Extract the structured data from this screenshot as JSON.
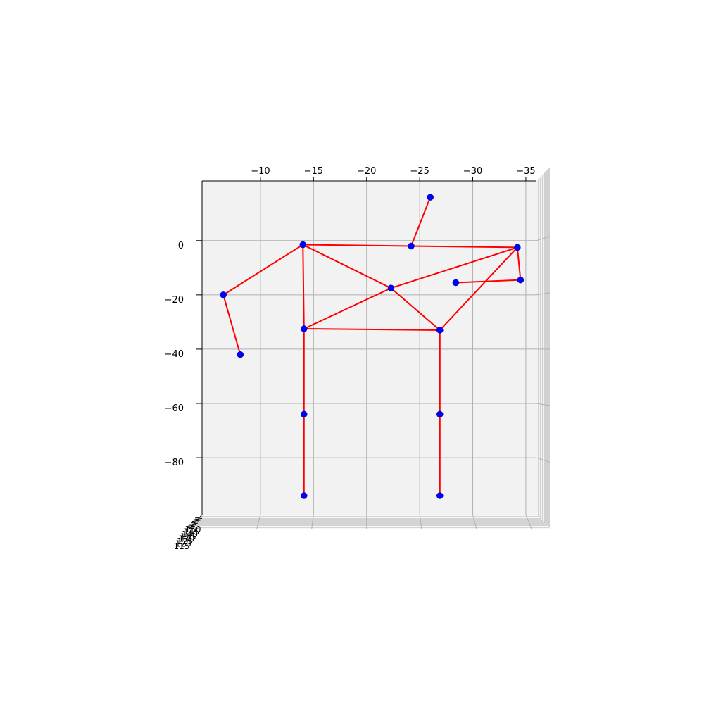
{
  "chart_data": {
    "type": "scatter",
    "title": "",
    "xlabel": "",
    "ylabel": "",
    "zlabel": "",
    "grid": true,
    "x_axis_inverted": true,
    "xlim": [
      -4.5,
      -36
    ],
    "ylim": [
      -101,
      22
    ],
    "x_ticks": [
      -10,
      -15,
      -20,
      -25,
      -30,
      -35
    ],
    "x_tick_labels": [
      "−10",
      "−15",
      "−20",
      "−25",
      "−30",
      "−35"
    ],
    "y_ticks": [
      0,
      -20,
      -40,
      -60,
      -80
    ],
    "y_tick_labels": [
      "0",
      "−20",
      "−40",
      "−60",
      "−80"
    ],
    "z_tick_labels": [
      "115",
      "120",
      "125",
      "130",
      "135",
      "140",
      "145",
      "150"
    ],
    "colors": {
      "points": "#0000ff",
      "bones": "#ff0000",
      "pane": "#f2f2f2",
      "grid": "#b0b0b0"
    },
    "joints": [
      {
        "id": "j1",
        "x": -26.0,
        "y": 16.0
      },
      {
        "id": "j2",
        "x": -24.2,
        "y": -2.0
      },
      {
        "id": "j3",
        "x": -14.0,
        "y": -1.5
      },
      {
        "id": "j4",
        "x": -34.2,
        "y": -2.5
      },
      {
        "id": "j5",
        "x": -6.5,
        "y": -20.0
      },
      {
        "id": "j6",
        "x": -8.1,
        "y": -42.0
      },
      {
        "id": "j7",
        "x": -22.3,
        "y": -17.5
      },
      {
        "id": "j8",
        "x": -34.5,
        "y": -14.5
      },
      {
        "id": "j9",
        "x": -28.4,
        "y": -15.5
      },
      {
        "id": "j10",
        "x": -14.1,
        "y": -32.5
      },
      {
        "id": "j11",
        "x": -26.9,
        "y": -33.0
      },
      {
        "id": "j12",
        "x": -14.1,
        "y": -64.0
      },
      {
        "id": "j13",
        "x": -26.9,
        "y": -64.0
      },
      {
        "id": "j14",
        "x": -14.1,
        "y": -94.0
      },
      {
        "id": "j15",
        "x": -26.9,
        "y": -94.0
      }
    ],
    "bones": [
      [
        "j1",
        "j2"
      ],
      [
        "j2",
        "j3"
      ],
      [
        "j2",
        "j4"
      ],
      [
        "j3",
        "j5"
      ],
      [
        "j5",
        "j6"
      ],
      [
        "j3",
        "j7"
      ],
      [
        "j3",
        "j10"
      ],
      [
        "j7",
        "j10"
      ],
      [
        "j7",
        "j11"
      ],
      [
        "j7",
        "j4"
      ],
      [
        "j4",
        "j11"
      ],
      [
        "j4",
        "j8"
      ],
      [
        "j8",
        "j9"
      ],
      [
        "j10",
        "j11"
      ],
      [
        "j10",
        "j12"
      ],
      [
        "j12",
        "j14"
      ],
      [
        "j11",
        "j13"
      ],
      [
        "j13",
        "j15"
      ]
    ]
  }
}
